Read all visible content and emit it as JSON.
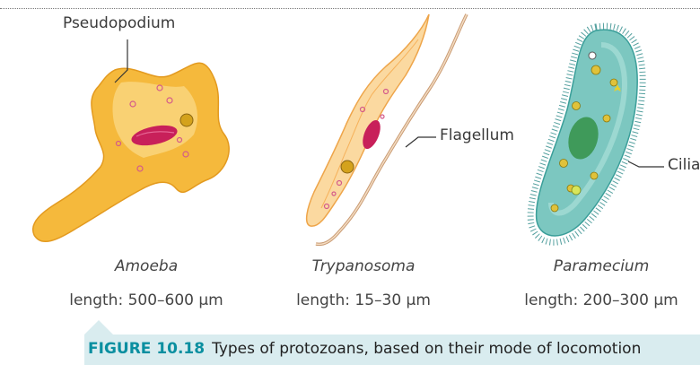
{
  "labels": {
    "pseudopodium": "Pseudopodium",
    "flagellum": "Flagellum",
    "cilia": "Cilia"
  },
  "organisms": [
    {
      "name": "Amoeba",
      "length": "length: 500–600 µm"
    },
    {
      "name": "Trypanosoma",
      "length": "length: 15–30 µm"
    },
    {
      "name": "Paramecium",
      "length": "length: 200–300 µm"
    }
  ],
  "caption": {
    "figure": "FIGURE 10.18",
    "text": "Types of protozoans, based on their mode of locomotion"
  },
  "colors": {
    "amoeba_body": "#f5b93c",
    "nucleus": "#c8205a",
    "trypanosoma_body": "#fbd9a0",
    "paramecium_body": "#7cc7c0",
    "caption_bar": "#d9ecef",
    "figure_label": "#0a8fa0"
  }
}
